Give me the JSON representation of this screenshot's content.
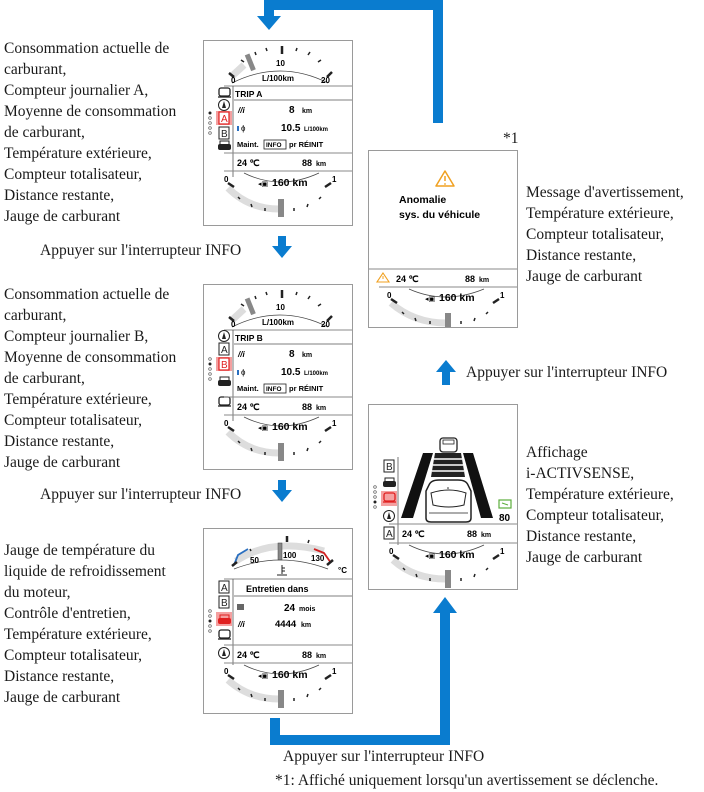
{
  "colors": {
    "arrow": "#0a7ccf",
    "warning": "#f0a020",
    "coolant_cold": "#2a6fc0",
    "coolant_hot": "#d02020",
    "selected_red": "#e02020",
    "green_icon": "#5cae3c"
  },
  "instruction_label": "Appuyer sur l'interrupteur INFO",
  "footnote_marker": "*1",
  "footnote": "*1: Affiché uniquement lorsqu'un avertissement se déclenche.",
  "screens": {
    "trip_a": {
      "description": "Consommation actuelle de\ncarburant,\nCompteur journalier A,\nMoyenne de consommation\nde carburant,\nTempérature extérieure,\nCompteur totalisateur,\nDistance restante,\nJauge de carburant",
      "gauge_min": "0",
      "gauge_mid": "10",
      "gauge_max": "20",
      "gauge_unit": "L/100km",
      "title": "TRIP A",
      "trip_value": "8",
      "trip_unit": "km",
      "avg_value": "10.5",
      "avg_unit": "L/100km",
      "maint_prefix": "Maint.",
      "maint_badge": "INFO",
      "maint_suffix": "pr RÉINIT",
      "temp": "24 ℃",
      "odo": "88",
      "odo_unit": "km",
      "range": "160 km",
      "fuel_min": "0",
      "fuel_max": "1",
      "side_icons": [
        "car-front-icon",
        "lane-keep-icon",
        "trip-a-icon",
        "trip-b-icon",
        "car-side-icon"
      ],
      "side_labels": [
        "",
        "",
        "A",
        "B",
        ""
      ],
      "active_index": 2,
      "page_dots": 5,
      "page_active": 0
    },
    "trip_b": {
      "description": "Consommation actuelle de\ncarburant,\nCompteur journalier B,\nMoyenne de consommation\nde carburant,\nTempérature extérieure,\nCompteur totalisateur,\nDistance restante,\nJauge de carburant",
      "gauge_min": "0",
      "gauge_mid": "10",
      "gauge_max": "20",
      "gauge_unit": "L/100km",
      "title": "TRIP B",
      "trip_value": "8",
      "trip_unit": "km",
      "avg_value": "10.5",
      "avg_unit": "L/100km",
      "maint_prefix": "Maint.",
      "maint_badge": "INFO",
      "maint_suffix": "pr RÉINIT",
      "temp": "24 ℃",
      "odo": "88",
      "odo_unit": "km",
      "range": "160 km",
      "fuel_min": "0",
      "fuel_max": "1",
      "side_labels": [
        "",
        "A",
        "B",
        "",
        ""
      ],
      "active_index": 2,
      "page_dots": 5,
      "page_active": 1
    },
    "maintenance": {
      "description": "Jauge de température du\nliquide de refroidissement\ndu moteur,\nContrôle d'entretien,\nTempérature extérieure,\nCompteur totalisateur,\nDistance restante,\nJauge de carburant",
      "coolant_low": "50",
      "coolant_mid": "100",
      "coolant_high": "130",
      "coolant_unit": "°C",
      "title": "Entretien dans",
      "months_value": "24",
      "months_unit": "mois",
      "km_value": "4444",
      "km_unit": "km",
      "temp": "24 ℃",
      "odo": "88",
      "odo_unit": "km",
      "range": "160 km",
      "fuel_min": "0",
      "fuel_max": "1",
      "side_labels": [
        "A",
        "B",
        "",
        "",
        ""
      ],
      "active_index": 2,
      "page_dots": 5,
      "page_active": 2
    },
    "i_activsense": {
      "description": "Affichage\ni-ACTIVSENSE,\nTempérature extérieure,\nCompteur totalisateur,\nDistance restante,\nJauge de carburant",
      "speed": "80",
      "temp": "24 ℃",
      "odo": "88",
      "odo_unit": "km",
      "range": "160 km",
      "fuel_min": "0",
      "fuel_max": "1",
      "side_labels": [
        "B",
        "",
        "",
        "",
        "A"
      ],
      "active_index": 2,
      "page_dots": 5,
      "page_active": 3
    },
    "warning": {
      "description": "Message d'avertissement,\nTempérature extérieure,\nCompteur totalisateur,\nDistance restante,\nJauge de carburant",
      "message_line1": "Anomalie",
      "message_line2": "sys. du véhicule",
      "temp": "24 ℃",
      "odo": "88",
      "odo_unit": "km",
      "range": "160 km",
      "fuel_min": "0",
      "fuel_max": "1"
    }
  }
}
